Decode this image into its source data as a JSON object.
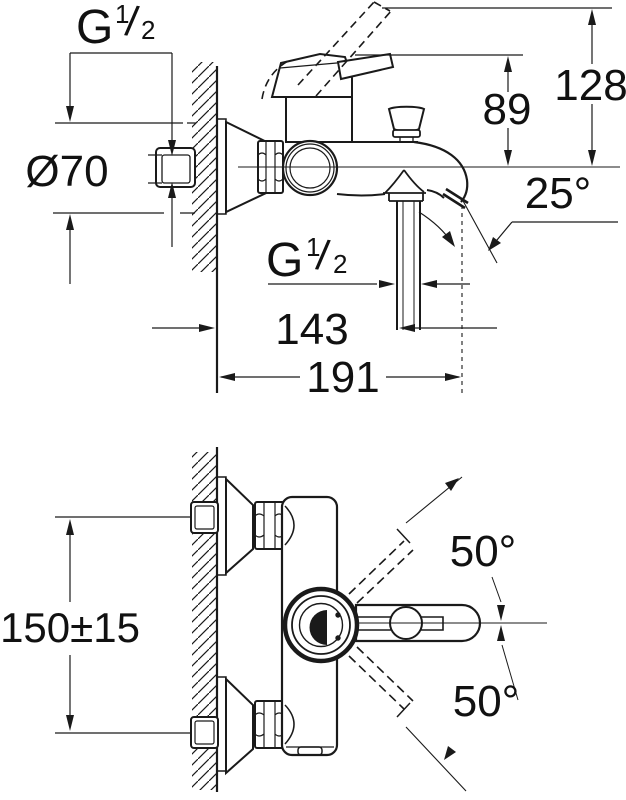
{
  "drawing": {
    "kind": "installation dimension drawing",
    "views": {
      "top": "side elevation",
      "bottom": "front elevation"
    }
  },
  "colors": {
    "line": "#1a1a1a",
    "background": "#ffffff"
  },
  "dimensions": {
    "wall_thread": {
      "prefix": "G",
      "numerator": "1",
      "slash": "/",
      "denominator": "2"
    },
    "flange_diameter": "Ø70",
    "spout_height": "89",
    "overall_height": "128",
    "spout_angle": "25°",
    "shower_outlet_thread": {
      "prefix": "G",
      "numerator": "1",
      "slash": "/",
      "denominator": "2"
    },
    "wall_to_shower_outlet": "143",
    "wall_to_spout_tip": "191",
    "inlet_spacing": "150±15",
    "lever_swing_up": "50°",
    "lever_swing_down": "50°"
  }
}
